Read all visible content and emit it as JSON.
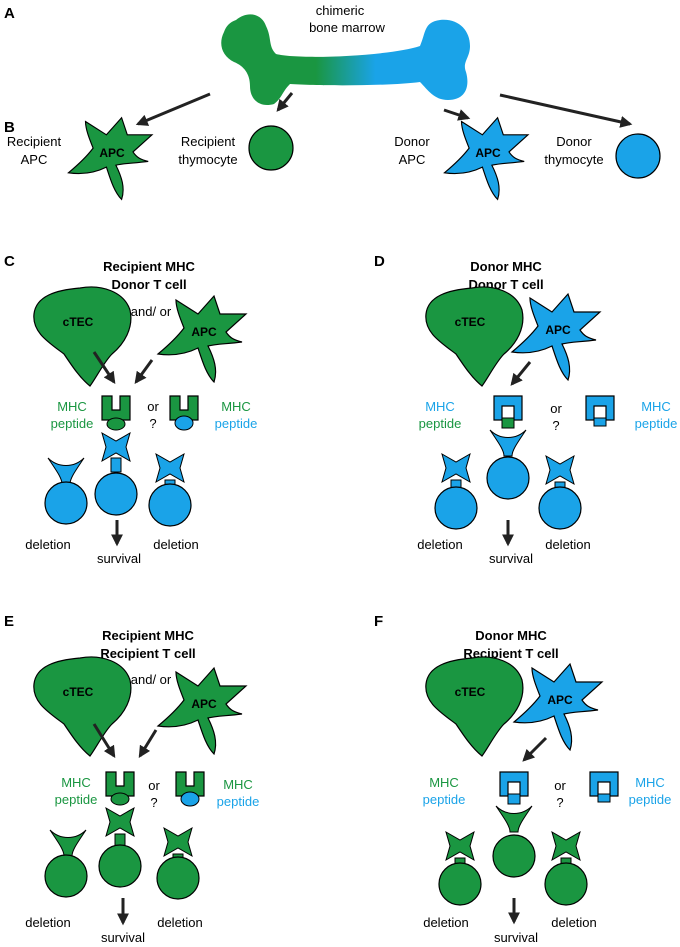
{
  "colors": {
    "recipient": "#1a9641",
    "donor": "#1aa3e8",
    "outline": "#000000"
  },
  "panel_a": {
    "label": "A",
    "bone_marrow": [
      "chimeric",
      "bone marrow"
    ]
  },
  "panel_b": {
    "label": "B",
    "recipient_apc": [
      "Recipient",
      "APC"
    ],
    "recipient_thymocyte": [
      "Recipient",
      "thymocyte"
    ],
    "donor_apc": [
      "Donor",
      "APC"
    ],
    "donor_thymocyte": [
      "Donor",
      "thymocyte"
    ],
    "apc_text": "APC"
  },
  "panel_c": {
    "label": "C",
    "title": [
      "Recipient MHC",
      "Donor T cell"
    ],
    "and_or": "and/ or",
    "mhc_left": [
      "MHC",
      "peptide"
    ],
    "mhc_right": [
      "MHC",
      "peptide"
    ],
    "or_text": "or",
    "q_text": "?",
    "deletion_left": "deletion",
    "deletion_right": "deletion",
    "survival": "survival"
  },
  "panel_d": {
    "label": "D",
    "title": [
      "Donor MHC",
      "Donor T cell"
    ],
    "mhc_left": [
      "MHC",
      "peptide"
    ],
    "mhc_right": [
      "MHC",
      "peptide"
    ],
    "or_text": "or",
    "q_text": "?",
    "deletion_left": "deletion",
    "deletion_right": "deletion",
    "survival": "survival"
  },
  "panel_e": {
    "label": "E",
    "title": [
      "Recipient MHC",
      "Recipient T cell"
    ],
    "and_or": "and/ or",
    "mhc_left": [
      "MHC",
      "peptide"
    ],
    "mhc_right": [
      "MHC",
      "peptide"
    ],
    "or_text": "or",
    "q_text": "?",
    "deletion_left": "deletion",
    "deletion_right": "deletion",
    "survival": "survival"
  },
  "panel_f": {
    "label": "F",
    "title": [
      "Donor MHC",
      "Recipient T cell"
    ],
    "mhc_left": [
      "MHC",
      "peptide"
    ],
    "mhc_right": [
      "MHC",
      "peptide"
    ],
    "or_text": "or",
    "q_text": "?",
    "deletion_left": "deletion",
    "deletion_right": "deletion",
    "survival": "survival"
  },
  "cell_labels": {
    "ctec": "cTEC",
    "apc": "APC"
  }
}
